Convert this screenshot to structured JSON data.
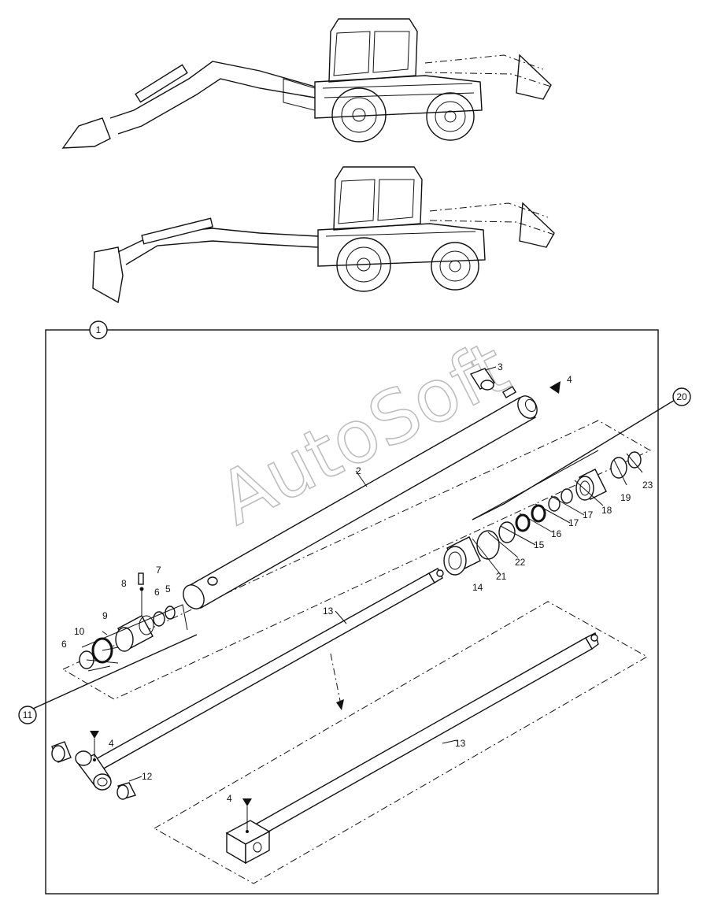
{
  "watermark": "AutoSoft",
  "labels": {
    "l1": "1",
    "l2": "2",
    "l3": "3",
    "l4a": "4",
    "l4b": "4",
    "l4c": "4",
    "l5": "5",
    "l6a": "6",
    "l6b": "6",
    "l7": "7",
    "l8": "8",
    "l9": "9",
    "l10": "10",
    "l11": "11",
    "l12": "12",
    "l13a": "13",
    "l13b": "13",
    "l14": "14",
    "l15": "15",
    "l16": "16",
    "l17a": "17",
    "l17b": "17",
    "l18": "18",
    "l19": "19",
    "l20": "20",
    "l21": "21",
    "l22": "22",
    "l23": "23"
  },
  "colors": {
    "line": "#111111",
    "watermark": "#bdbdbd",
    "background": "#ffffff"
  }
}
